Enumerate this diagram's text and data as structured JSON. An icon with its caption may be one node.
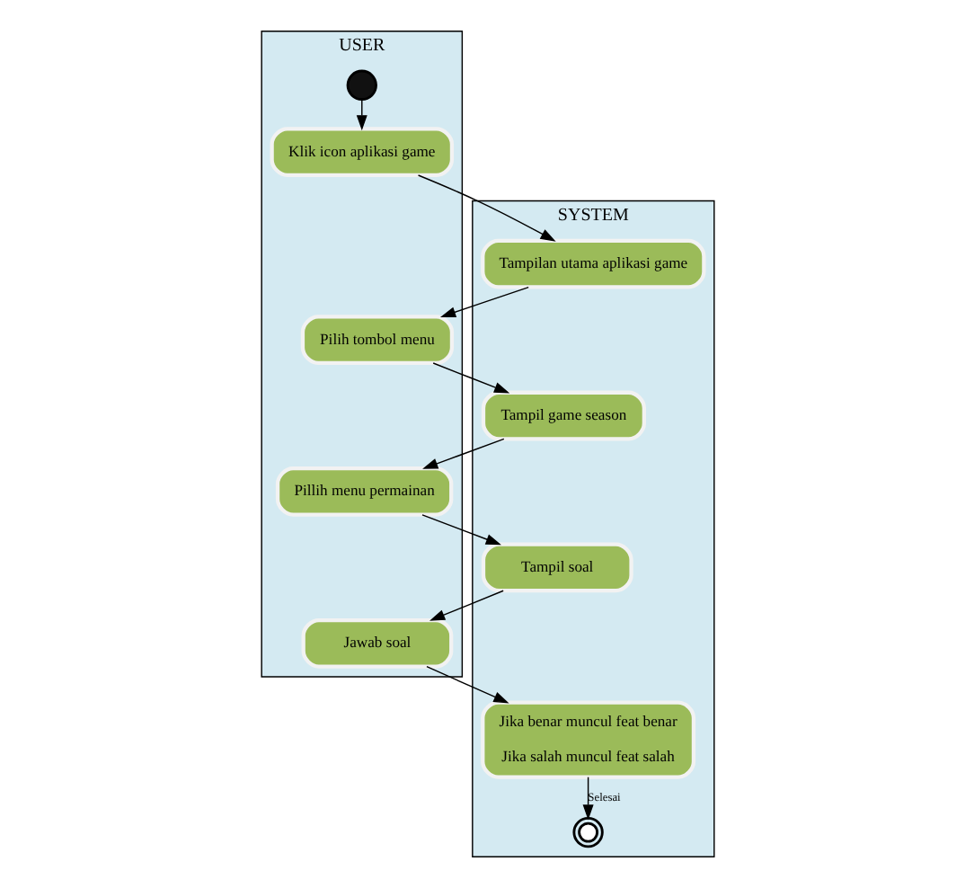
{
  "diagram": {
    "nodes": [
      {
        "text": [
          "USER"
        ]
      },
      {
        "text": [
          "SYSTEM"
        ]
      },
      {
        "text": [],
        "shape": "circle",
        "in": 0
      },
      {
        "text": [
          "Klik icon aplikasi game"
        ],
        "in": 0
      },
      {
        "text": [
          "Tampilan utama aplikasi game"
        ],
        "in": 1
      },
      {
        "text": [
          "Pilih tombol menu"
        ],
        "in": 0
      },
      {
        "text": [
          "Tampil game season"
        ],
        "in": 1
      },
      {
        "text": [
          "Pillih menu permainan"
        ],
        "in": 0
      },
      {
        "text": [
          "Tampil soal"
        ],
        "in": 1
      },
      {
        "text": [
          "Jawab soal"
        ],
        "in": 0
      },
      {
        "text": [
          "Jika benar muncul feat benar",
          "Jika salah muncul feat salah"
        ],
        "in": 1
      },
      {
        "text": [],
        "shape": "circle",
        "in": 1
      }
    ],
    "edges": [
      {
        "from": 2,
        "to": 3,
        "arrow": "to"
      },
      {
        "from": 3,
        "to": 4,
        "arrow": "to"
      },
      {
        "from": 4,
        "to": 5,
        "arrow": "to"
      },
      {
        "from": 5,
        "to": 6,
        "arrow": "to"
      },
      {
        "from": 6,
        "to": 7,
        "arrow": "to"
      },
      {
        "from": 7,
        "to": 8,
        "arrow": "to"
      },
      {
        "from": 8,
        "to": 9,
        "arrow": "to"
      },
      {
        "from": 9,
        "to": 10,
        "arrow": "to"
      },
      {
        "from": 10,
        "to": 11,
        "arrow": "to",
        "label": "Selesai"
      }
    ]
  }
}
